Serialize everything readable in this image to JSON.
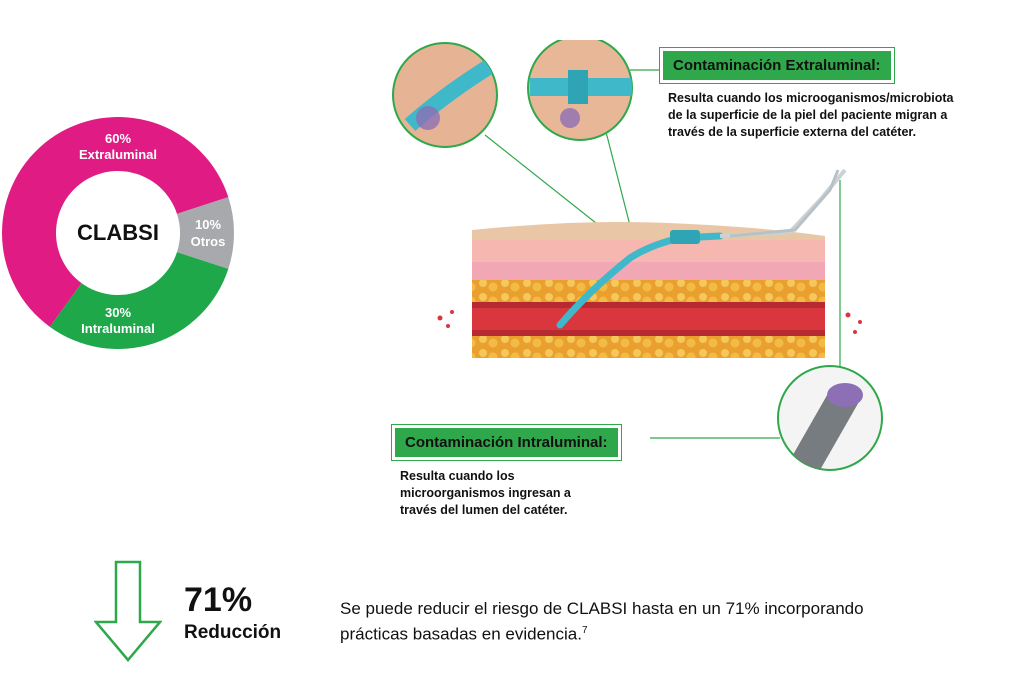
{
  "chart_data": {
    "type": "pie",
    "donut": true,
    "center_label": "CLABSI",
    "slices": [
      {
        "name": "Extraluminal",
        "percent": 60,
        "label": "60%",
        "color": "#e01b84"
      },
      {
        "name": "Otros",
        "percent": 10,
        "label": "10%",
        "color": "#a7a9ac"
      },
      {
        "name": "Intraluminal",
        "percent": 30,
        "label": "30%",
        "color": "#1ea84a"
      }
    ]
  },
  "extraluminal": {
    "title": "Contaminación Extraluminal:",
    "lines": [
      "Resulta cuando los microoganismos/microbiota",
      "de la superficie de la piel del paciente migran a",
      "través de la superficie externa del catéter."
    ]
  },
  "intraluminal": {
    "title": "Contaminación Intraluminal:",
    "lines": [
      "Resulta cuando los",
      "microorganismos ingresan a",
      "través del lumen del catéter."
    ]
  },
  "reduction": {
    "value": "71%",
    "label": "Reducción",
    "text_line1": "Se puede reducir el riesgo de CLABSI hasta en un 71% incorporando",
    "text_line2": "prácticas basadas en evidencia.",
    "footnote": "7"
  },
  "colors": {
    "green": "#2ea84a",
    "magenta": "#e01b84",
    "gray": "#a7a9ac",
    "vessel": "#d9363e",
    "skin": "#f2c0a8",
    "fat": "#f0b13a",
    "catheter": "#3fb9c9"
  }
}
